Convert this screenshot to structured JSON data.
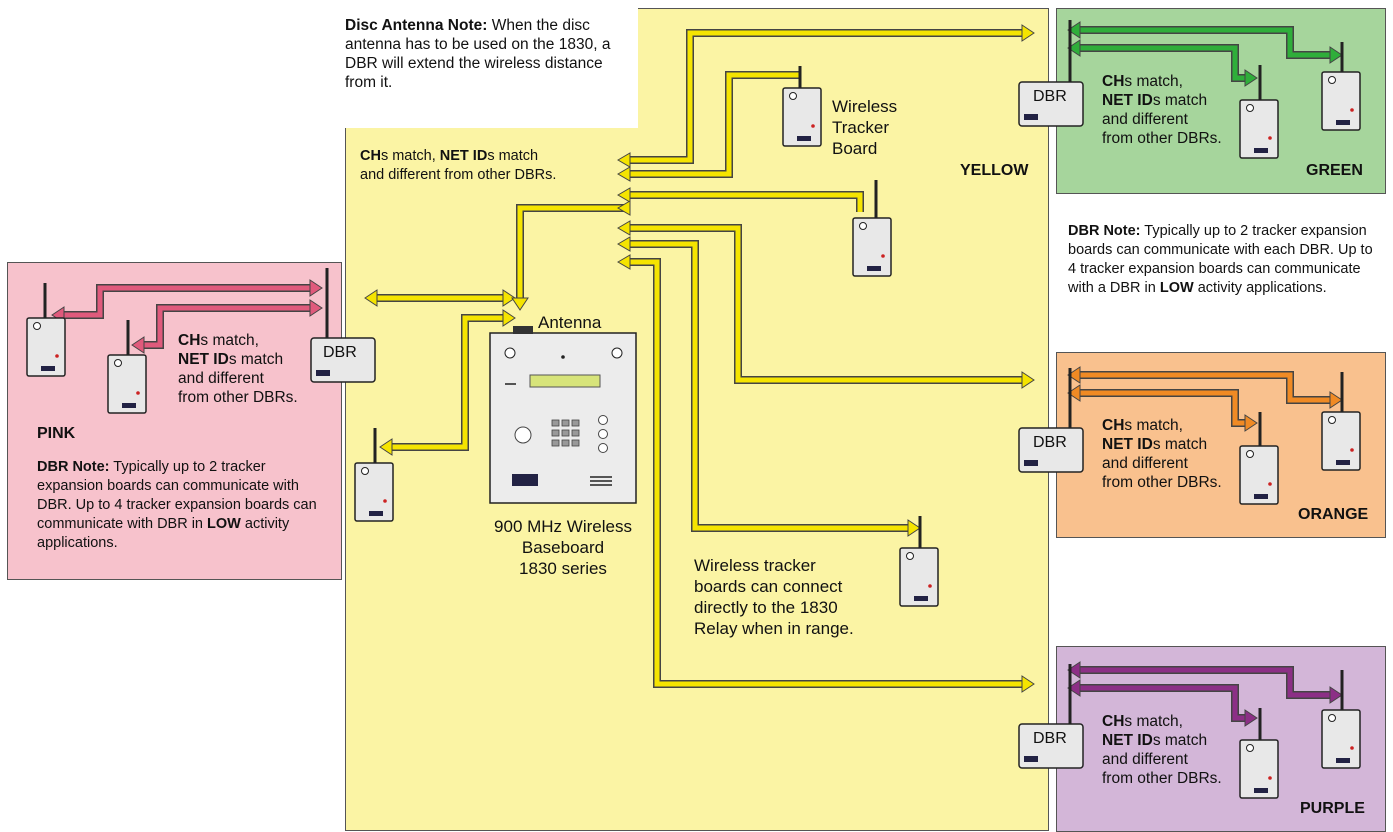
{
  "regions": {
    "yellow": {
      "label": "YELLOW",
      "color": "#fbf4a4"
    },
    "pink": {
      "label": "PINK",
      "color": "#f7c2cc"
    },
    "green": {
      "label": "GREEN",
      "color": "#a6d59c"
    },
    "orange": {
      "label": "ORANGE",
      "color": "#f9c18e"
    },
    "purple": {
      "label": "PURPLE",
      "color": "#d3b6d8"
    }
  },
  "disc_note": {
    "bold": "Disc Antenna Note:",
    "text": " When the disc antenna has to be used on the 1830, a DBR will extend the wireless distance from it."
  },
  "match": {
    "ch_bold": "CH",
    "s_match": "s match,",
    "net_bold": "NET ID",
    "s_match2": "s match",
    "and_different": "and different",
    "from_other": "from other DBRs."
  },
  "yellow_match": {
    "line1_ch": "CH",
    "line1_mid": "s match, ",
    "line1_net": "NET ID",
    "line1_end": "s match",
    "line2": "and different from other DBRs."
  },
  "dbr_note_right": {
    "bold": "DBR Note:",
    "text1": " Typically up to 2 tracker expansion boards can communicate with each DBR. Up to 4 tracker expansion boards can communicate with a DBR in ",
    "low": "LOW",
    "text2": " activity applications."
  },
  "dbr_note_left": {
    "bold": "DBR Note:",
    "text1": " Typically up to 2 tracker expansion boards can communicate with DBR. Up to 4 tracker expansion boards can communicate with DBR in ",
    "low": "LOW",
    "text2": " activity applications."
  },
  "dbr_label": "DBR",
  "antenna_label": "Antenna",
  "baseboard_label": [
    "900 MHz Wireless",
    "Baseboard",
    "1830 series"
  ],
  "tracker_board_label": [
    "Wireless",
    "Tracker",
    "Board"
  ],
  "direct_note": [
    "Wireless tracker",
    "boards can connect",
    "directly to the 1830",
    "Relay when in range."
  ],
  "colors": {
    "yellow_arrow": "#f5e400",
    "pink_arrow": "#e05a7c",
    "green_arrow": "#2fae3a",
    "orange_arrow": "#f08a24",
    "purple_arrow": "#8c2f86"
  }
}
